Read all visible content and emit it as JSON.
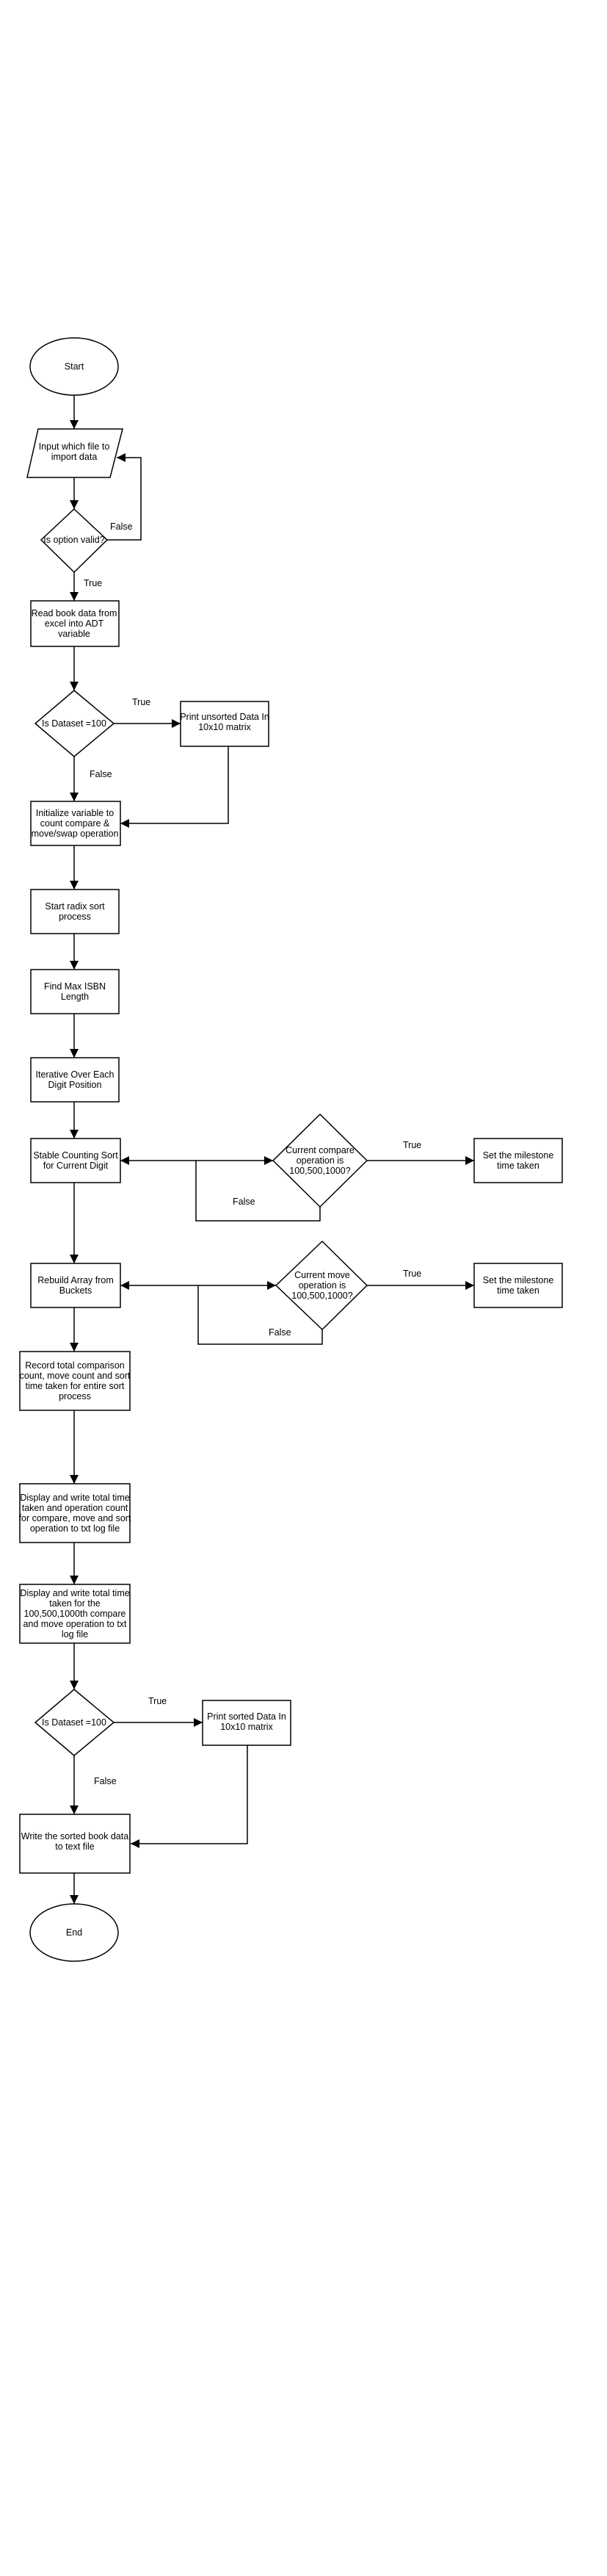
{
  "nodes": {
    "start": {
      "text": [
        "Start"
      ]
    },
    "input_file": {
      "text": [
        "Input which file to",
        "import data"
      ]
    },
    "option_valid": {
      "text": [
        "Is option valid?"
      ]
    },
    "read_data": {
      "text": [
        "Read book data from",
        "excel into ADT",
        "variable"
      ]
    },
    "dataset_100_a": {
      "text": [
        "Is Dataset =100"
      ]
    },
    "print_unsorted": {
      "text": [
        "Print unsorted Data In",
        "10x10 matrix"
      ]
    },
    "init_counters": {
      "text": [
        "Initialize variable to",
        "count compare &",
        "move/swap operation"
      ]
    },
    "start_radix": {
      "text": [
        "Start radix sort",
        "process"
      ]
    },
    "find_max_isbn": {
      "text": [
        "Find Max ISBN",
        "Length"
      ]
    },
    "iterate_digits": {
      "text": [
        "Iterative Over Each",
        "Digit Position"
      ]
    },
    "stable_counting": {
      "text": [
        "Stable Counting Sort",
        "for Current Digit"
      ]
    },
    "compare_check": {
      "text": [
        "Current compare",
        "operation is",
        "100,500,1000?"
      ]
    },
    "milestone_compare": {
      "text": [
        "Set the milestone",
        "time taken"
      ]
    },
    "rebuild_array": {
      "text": [
        "Rebuild Array from",
        "Buckets"
      ]
    },
    "move_check": {
      "text": [
        "Current move",
        "operation is",
        "100,500,1000?"
      ]
    },
    "milestone_move": {
      "text": [
        "Set the milestone",
        "time taken"
      ]
    },
    "record_totals": {
      "text": [
        "Record total comparison",
        "count, move count and sort",
        "time taken for entire sort",
        "process"
      ]
    },
    "display_totals": {
      "text": [
        "Display and write total time",
        "taken and operation count",
        "for compare, move and sort",
        "operation to txt log file"
      ]
    },
    "display_milestones": {
      "text": [
        "Display and write total time",
        "taken for the",
        "100,500,1000th compare",
        "and move operation to txt",
        "log file"
      ]
    },
    "dataset_100_b": {
      "text": [
        "Is Dataset =100"
      ]
    },
    "print_sorted": {
      "text": [
        "Print sorted Data In",
        "10x10 matrix"
      ]
    },
    "write_sorted": {
      "text": [
        "Write the sorted book data",
        "to text file"
      ]
    },
    "end": {
      "text": [
        "End"
      ]
    }
  },
  "edge_labels": {
    "option_false": "False",
    "option_true": "True",
    "dataset_a_true": "True",
    "dataset_a_false": "False",
    "compare_true": "True",
    "compare_false": "False",
    "move_true": "True",
    "move_false": "False",
    "dataset_b_true": "True",
    "dataset_b_false": "False"
  }
}
